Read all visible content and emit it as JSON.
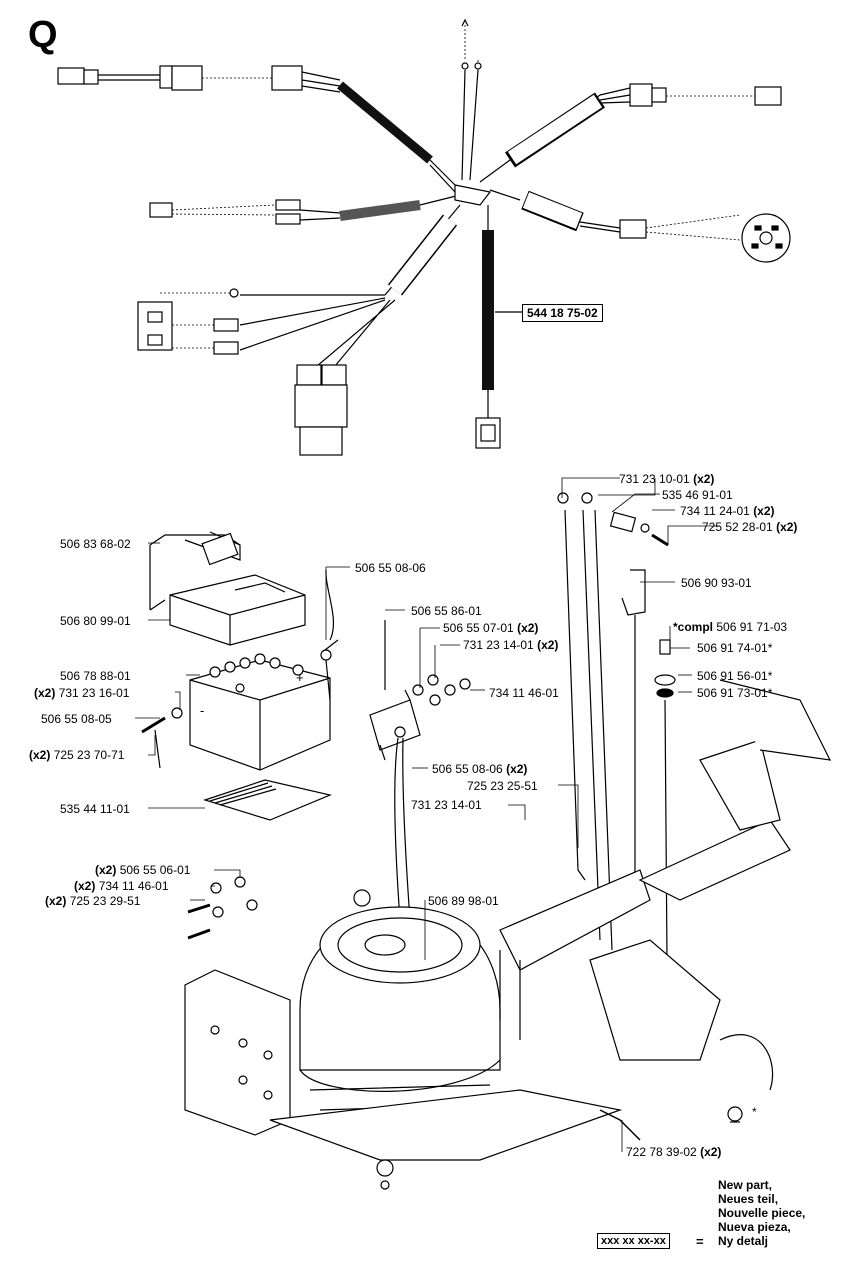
{
  "section": "Q",
  "harness_label": "544 18 75-02",
  "labels": [
    {
      "id": "l1",
      "qty": "",
      "text": "731 23 10-01",
      "suffix": "(x2)"
    },
    {
      "id": "l2",
      "qty": "",
      "text": "535 46 91-01",
      "suffix": ""
    },
    {
      "id": "l3",
      "qty": "",
      "text": "734 11 24-01",
      "suffix": "(x2)"
    },
    {
      "id": "l4",
      "qty": "",
      "text": "725 52 28-01",
      "suffix": "(x2)"
    },
    {
      "id": "l5",
      "qty": "",
      "text": "506 83 68-02",
      "suffix": ""
    },
    {
      "id": "l6",
      "qty": "",
      "text": "506 55 08-06",
      "suffix": ""
    },
    {
      "id": "l7",
      "qty": "",
      "text": "506 90 93-01",
      "suffix": ""
    },
    {
      "id": "l8",
      "qty": "",
      "text": "506 80 99-01",
      "suffix": ""
    },
    {
      "id": "l9",
      "qty": "",
      "text": "506 55 86-01",
      "suffix": ""
    },
    {
      "id": "l10",
      "qty": "",
      "text": "506 55 07-01",
      "suffix": "(x2)"
    },
    {
      "id": "l11",
      "qty": "",
      "text": "731 23 14-01",
      "suffix": "(x2)"
    },
    {
      "id": "l12",
      "qty": "",
      "text": "506 78 88-01",
      "suffix": ""
    },
    {
      "id": "l13",
      "qty": "(x2)",
      "text": "731 23 16-01",
      "suffix": ""
    },
    {
      "id": "l14",
      "qty": "",
      "text": "734 11 46-01",
      "suffix": ""
    },
    {
      "id": "l15",
      "qty": "",
      "text": "506 55 08-05",
      "suffix": ""
    },
    {
      "id": "l16",
      "qty": "(x2)",
      "text": "725 23 70-71",
      "suffix": ""
    },
    {
      "id": "l17",
      "qty": "",
      "text": "506 55 08-06",
      "suffix": "(x2)"
    },
    {
      "id": "l18",
      "qty": "",
      "text": "725 23 25-51",
      "suffix": ""
    },
    {
      "id": "l19",
      "qty": "",
      "text": "731 23 14-01",
      "suffix": ""
    },
    {
      "id": "l20",
      "qty": "",
      "text": "535 44 11-01",
      "suffix": ""
    },
    {
      "id": "l21",
      "qty": "(x2)",
      "text": "506 55 06-01",
      "suffix": ""
    },
    {
      "id": "l22",
      "qty": "(x2)",
      "text": "734 11 46-01",
      "suffix": ""
    },
    {
      "id": "l23",
      "qty": "(x2)",
      "text": "725 23 29-51",
      "suffix": ""
    },
    {
      "id": "l24",
      "qty": "",
      "text": "506 89 98-01",
      "suffix": ""
    },
    {
      "id": "l25",
      "qty": "",
      "text": "722 78 39-02",
      "suffix": "(x2)"
    }
  ],
  "compl": {
    "prefix": "*compl",
    "text": "506 91 71-03"
  },
  "starred": [
    {
      "id": "s1",
      "text": "506 91 74-01*"
    },
    {
      "id": "s2",
      "text": "506 91 56-01*"
    },
    {
      "id": "s3",
      "text": "506 91 73-01*"
    }
  ],
  "engine_star": "*",
  "legend": {
    "lines": [
      "New part,",
      "Neues teil,",
      "Nouvelle piece,",
      "Nueva pieza,",
      "Ny detalj"
    ],
    "box": "xxx xx xx-xx",
    "equals": "="
  }
}
